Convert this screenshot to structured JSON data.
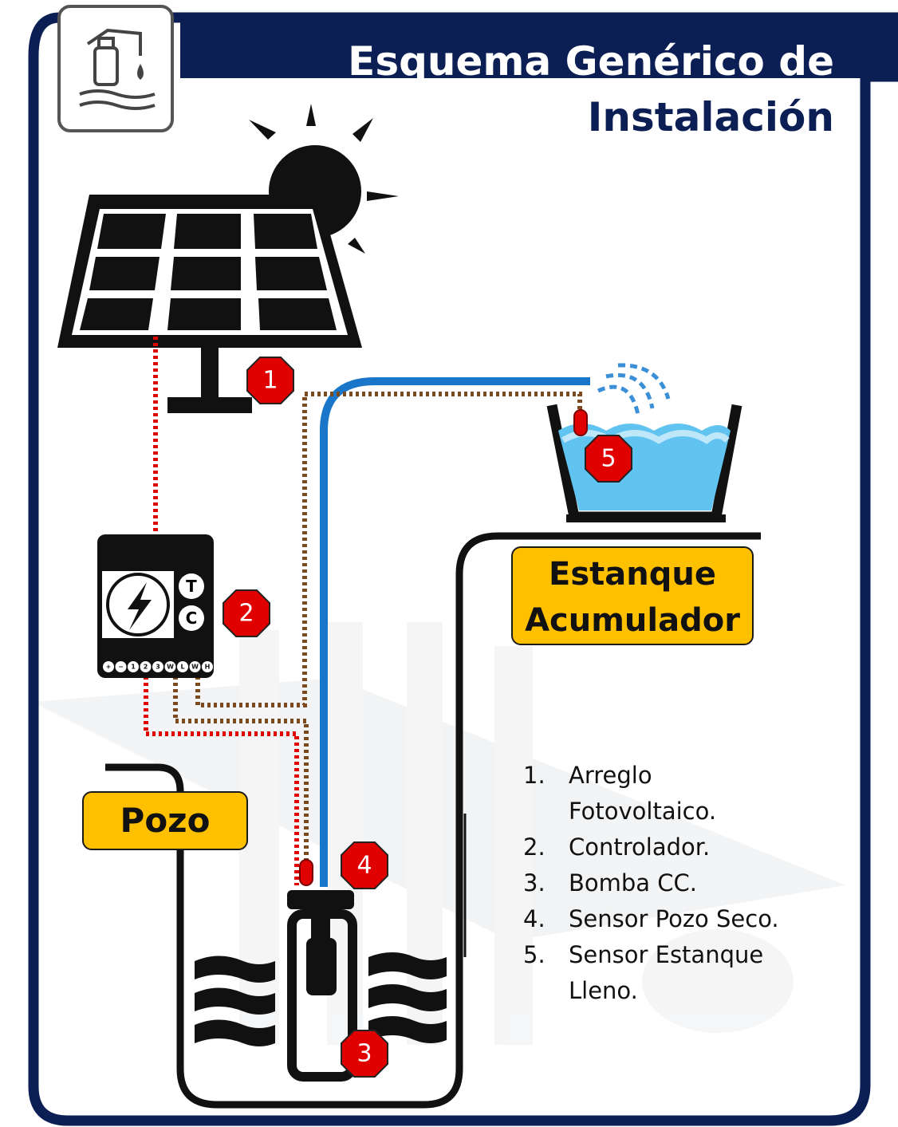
{
  "title": {
    "line1": "Esquema Genérico de",
    "line2": "Instalación"
  },
  "labels": {
    "pozo": "Pozo",
    "estanque_line1": "Estanque",
    "estanque_line2": "Acumulador"
  },
  "controller": {
    "button_t": "T",
    "button_c": "C",
    "terminals": [
      "+",
      "−",
      "1",
      "2",
      "3",
      "W",
      "L",
      "W",
      "H"
    ]
  },
  "badges": [
    "1",
    "2",
    "3",
    "4",
    "5"
  ],
  "legend": [
    {
      "num": "1.",
      "text_line1": "Arreglo",
      "text_line2": "Fotovoltaico."
    },
    {
      "num": "2.",
      "text_line1": "Controlador.",
      "text_line2": ""
    },
    {
      "num": "3.",
      "text_line1": "Bomba CC.",
      "text_line2": ""
    },
    {
      "num": "4.",
      "text_line1": "Sensor Pozo Seco.",
      "text_line2": ""
    },
    {
      "num": "5.",
      "text_line1": "Sensor Estanque",
      "text_line2": "Lleno."
    }
  ],
  "icons": {
    "header": "extinguisher-water-icon",
    "sun": "sun-icon",
    "panel": "solar-panel-icon",
    "bolt": "lightning-bolt-icon",
    "pump": "submersible-pump-icon",
    "tank": "water-tank-icon"
  },
  "colors": {
    "frame": "#0b1f55",
    "label_fill": "#ffc000",
    "badge": "#e00000",
    "water_pipe": "#1976c8",
    "power_wire": "#e00000",
    "signal_wire": "#7b4a1e",
    "tank_water": "#61c4f0"
  }
}
